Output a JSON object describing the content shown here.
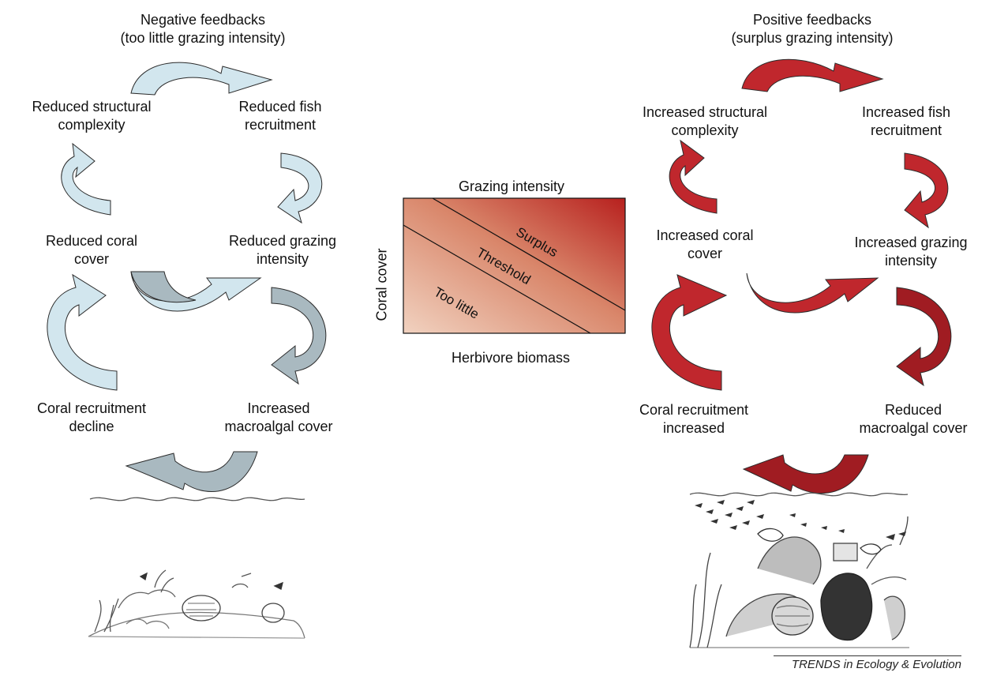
{
  "left_panel": {
    "title_line1": "Negative feedbacks",
    "title_line2": "(too little grazing intensity)",
    "nodes": [
      {
        "line1": "Reduced structural",
        "line2": "complexity"
      },
      {
        "line1": "Reduced fish",
        "line2": "recruitment"
      },
      {
        "line1": "Reduced coral",
        "line2": "cover"
      },
      {
        "line1": "Reduced grazing",
        "line2": "intensity"
      },
      {
        "line1": "Coral recruitment",
        "line2": "decline"
      },
      {
        "line1": "Increased",
        "line2": "macroalgal cover"
      }
    ],
    "arrow_colors": {
      "light": "#d2e6ee",
      "dark": "#a9b9c0",
      "stroke": "#2b2b2b"
    }
  },
  "right_panel": {
    "title_line1": "Positive feedbacks",
    "title_line2": "(surplus grazing intensity)",
    "nodes": [
      {
        "line1": "Increased structural",
        "line2": "complexity"
      },
      {
        "line1": "Increased fish",
        "line2": "recruitment"
      },
      {
        "line1": "Increased coral",
        "line2": "cover"
      },
      {
        "line1": "Increased grazing",
        "line2": "intensity"
      },
      {
        "line1": "Coral recruitment",
        "line2": "increased"
      },
      {
        "line1": "Reduced",
        "line2": "macroalgal cover"
      }
    ],
    "arrow_colors": {
      "light": "#c0272d",
      "dark": "#a01c22",
      "stroke": "#2b2b2b"
    }
  },
  "center_chart": {
    "top_label": "Grazing intensity",
    "bottom_label": "Herbivore biomass",
    "left_label": "Coral cover",
    "zones": [
      "Surplus",
      "Threshold",
      "Too little"
    ],
    "gradient": {
      "start": "#f1d2c0",
      "end": "#b7201e"
    }
  },
  "footer": "TRENDS in Ecology & Evolution"
}
